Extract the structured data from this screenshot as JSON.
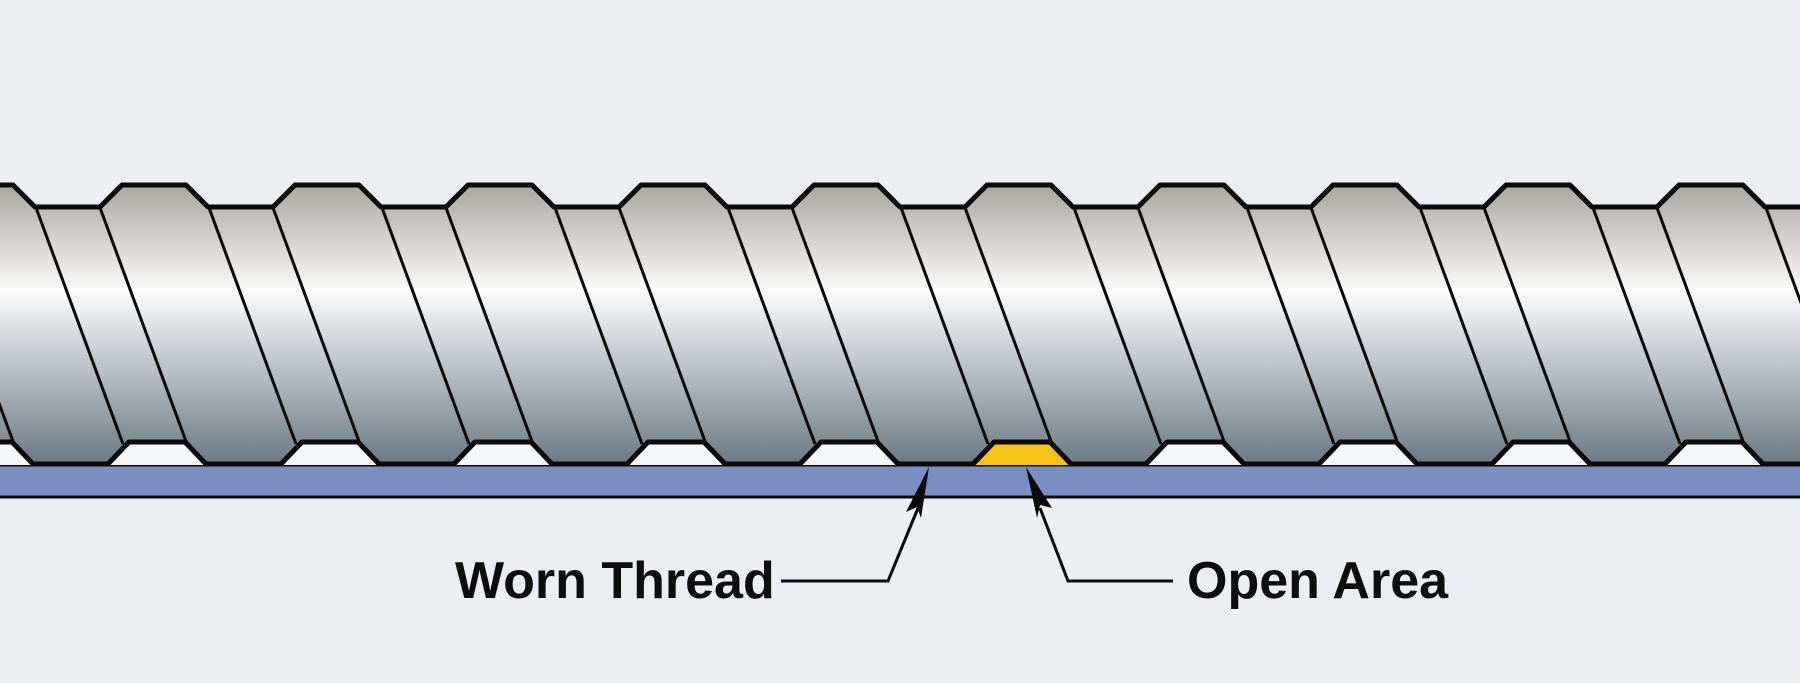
{
  "background_color": "#eceef2",
  "screw": {
    "body_gradient_colors": [
      "#aaa7a2",
      "#fbfbfb",
      "#b5bcc3",
      "#6b7a85"
    ],
    "outline_color": "#0a0a0a",
    "thread_count": 10
  },
  "base": {
    "color": "#7b8ec4"
  },
  "highlight": {
    "color": "#f7c318"
  },
  "labels": {
    "worn_thread": "Worn Thread",
    "open_area": "Open Area"
  },
  "icons": [
    "arrow-pointer-icon"
  ]
}
